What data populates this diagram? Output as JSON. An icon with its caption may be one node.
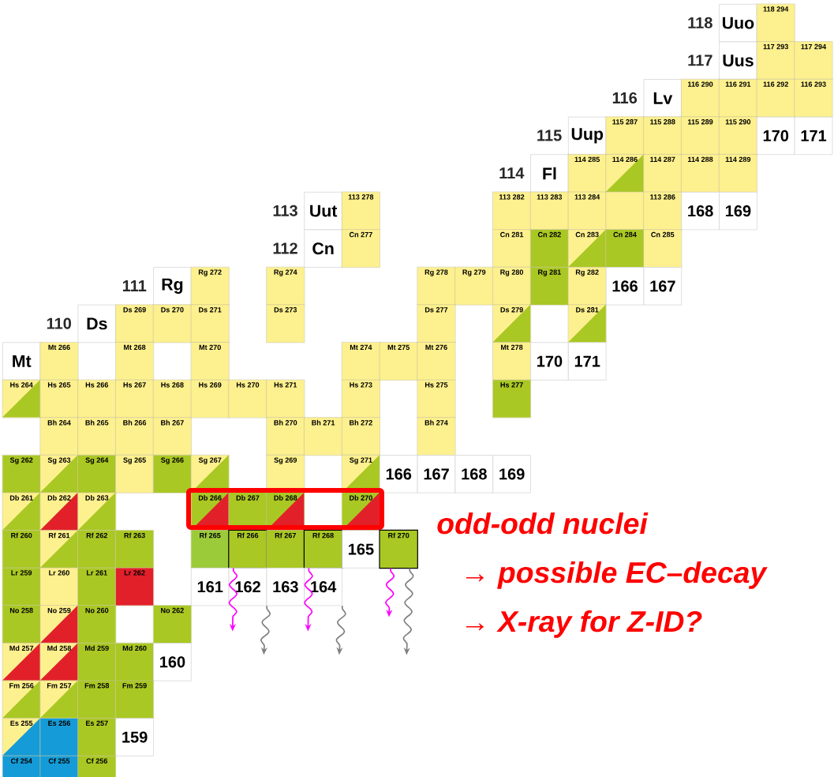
{
  "diagram": {
    "nodes": [
      {
        "text": [
          "Uuo"
        ]
      },
      {
        "text": [
          "118 294"
        ]
      },
      {
        "text": [
          "Uus"
        ]
      },
      {
        "text": [
          "117 293"
        ]
      },
      {
        "text": [
          "117 294"
        ]
      },
      {
        "text": [
          "Lv"
        ]
      },
      {
        "text": [
          "116 290"
        ]
      },
      {
        "text": [
          "116 291"
        ]
      },
      {
        "text": [
          "116 292"
        ]
      },
      {
        "text": [
          "116 293"
        ]
      },
      {
        "text": [
          "Uup"
        ]
      },
      {
        "text": [
          "115 287"
        ]
      },
      {
        "text": [
          "115 288"
        ]
      },
      {
        "text": [
          "115 289"
        ]
      },
      {
        "text": [
          "115 290"
        ]
      },
      {
        "text": [
          "170"
        ]
      },
      {
        "text": [
          "171"
        ]
      },
      {
        "text": [
          "Fl"
        ]
      },
      {
        "text": [
          "114 285"
        ]
      },
      {
        "text": [
          "114 286"
        ]
      },
      {
        "text": [
          "114 287"
        ]
      },
      {
        "text": [
          "114 288"
        ]
      },
      {
        "text": [
          "114 289"
        ]
      },
      {
        "text": [
          "Uut"
        ]
      },
      {
        "text": [
          "113 278"
        ]
      },
      {
        "text": [
          "113 282"
        ]
      },
      {
        "text": [
          "113 283"
        ]
      },
      {
        "text": [
          "113 284"
        ]
      },
      {
        "text": [],
        "shape": "box"
      },
      {
        "text": [
          "113 286"
        ]
      },
      {
        "text": [
          "168"
        ]
      },
      {
        "text": [
          "169"
        ]
      },
      {
        "text": [
          "Cn"
        ]
      },
      {
        "text": [
          "Cn 277"
        ]
      },
      {
        "text": [
          "Cn 281"
        ]
      },
      {
        "text": [
          "Cn 282"
        ]
      },
      {
        "text": [
          "Cn 283"
        ]
      },
      {
        "text": [
          "Cn 284"
        ]
      },
      {
        "text": [
          "Cn 285"
        ]
      },
      {
        "text": [
          "Rg"
        ]
      },
      {
        "text": [
          "Rg 272"
        ]
      },
      {
        "text": [
          "Rg 274"
        ]
      },
      {
        "text": [
          "Rg 278"
        ]
      },
      {
        "text": [
          "Rg 279"
        ]
      },
      {
        "text": [
          "Rg 280"
        ]
      },
      {
        "text": [
          "Rg 281"
        ]
      },
      {
        "text": [
          "Rg 282"
        ]
      },
      {
        "text": [
          "166"
        ]
      },
      {
        "text": [
          "167"
        ]
      },
      {
        "text": [
          "Ds"
        ]
      },
      {
        "text": [
          "Ds 269"
        ]
      },
      {
        "text": [
          "Ds 270"
        ]
      },
      {
        "text": [
          "Ds 271"
        ]
      },
      {
        "text": [
          "Ds 273"
        ]
      },
      {
        "text": [
          "Ds 277"
        ]
      },
      {
        "text": [
          "Ds 279"
        ]
      },
      {
        "text": [
          "Ds 281"
        ]
      },
      {
        "text": [
          "Mt"
        ]
      },
      {
        "text": [
          "Mt 266"
        ]
      },
      {
        "text": [
          "Mt 268"
        ]
      },
      {
        "text": [
          "Mt 270"
        ]
      },
      {
        "text": [
          "Mt 274"
        ]
      },
      {
        "text": [
          "Mt 275"
        ]
      },
      {
        "text": [
          "Mt 276"
        ]
      },
      {
        "text": [
          "Mt 278"
        ]
      },
      {
        "text": [
          "170"
        ]
      },
      {
        "text": [
          "171"
        ]
      },
      {
        "text": [
          "Hs 264"
        ]
      },
      {
        "text": [
          "Hs 265"
        ]
      },
      {
        "text": [
          "Hs 266"
        ]
      },
      {
        "text": [
          "Hs 267"
        ]
      },
      {
        "text": [
          "Hs 268"
        ]
      },
      {
        "text": [
          "Hs 269"
        ]
      },
      {
        "text": [
          "Hs 270"
        ]
      },
      {
        "text": [
          "Hs 271"
        ]
      },
      {
        "text": [
          "Hs 273"
        ]
      },
      {
        "text": [
          "Hs 275"
        ]
      },
      {
        "text": [
          "Hs 277"
        ]
      },
      {
        "text": [
          "Bh 264"
        ]
      },
      {
        "text": [
          "Bh 265"
        ]
      },
      {
        "text": [
          "Bh 266"
        ]
      },
      {
        "text": [
          "Bh 267"
        ]
      },
      {
        "text": [
          "Bh 270"
        ]
      },
      {
        "text": [
          "Bh 271"
        ]
      },
      {
        "text": [
          "Bh 272"
        ]
      },
      {
        "text": [
          "Bh 274"
        ]
      },
      {
        "text": [
          "Sg 262"
        ]
      },
      {
        "text": [
          "Sg 263"
        ]
      },
      {
        "text": [
          "Sg 264"
        ]
      },
      {
        "text": [
          "Sg 265"
        ]
      },
      {
        "text": [
          "Sg 266"
        ]
      },
      {
        "text": [
          "Sg 267"
        ]
      },
      {
        "text": [
          "Sg 269"
        ]
      },
      {
        "text": [
          "Sg 271"
        ]
      },
      {
        "text": [
          "166"
        ]
      },
      {
        "text": [
          "167"
        ]
      },
      {
        "text": [
          "168"
        ]
      },
      {
        "text": [
          "169"
        ]
      },
      {
        "text": [
          "Db 261"
        ]
      },
      {
        "text": [
          "Db 262"
        ]
      },
      {
        "text": [
          "Db 263"
        ]
      },
      {
        "text": [
          "Db 266"
        ]
      },
      {
        "text": [
          "Db 267"
        ]
      },
      {
        "text": [
          "Db 268"
        ]
      },
      {
        "text": [
          "Db 270"
        ]
      },
      {
        "text": [
          "Rf 260"
        ]
      },
      {
        "text": [
          "Rf 261"
        ]
      },
      {
        "text": [
          "Rf 262"
        ]
      },
      {
        "text": [
          "Rf 263"
        ]
      },
      {
        "text": [
          "Rf 265"
        ]
      },
      {
        "text": [
          "Rf 266"
        ]
      },
      {
        "text": [
          "Rf 267"
        ]
      },
      {
        "text": [
          "Rf 268"
        ]
      },
      {
        "text": [
          "165"
        ]
      },
      {
        "text": [
          "Rf 270"
        ]
      },
      {
        "text": [
          "Lr 259"
        ]
      },
      {
        "text": [
          "Lr 260"
        ]
      },
      {
        "text": [
          "Lr 261"
        ]
      },
      {
        "text": [
          "Lr 262"
        ]
      },
      {
        "text": [
          "161"
        ]
      },
      {
        "text": [
          "162"
        ]
      },
      {
        "text": [
          "163"
        ]
      },
      {
        "text": [
          "164"
        ]
      },
      {
        "text": [
          "No 258"
        ]
      },
      {
        "text": [
          "No 259"
        ]
      },
      {
        "text": [
          "No 260"
        ]
      },
      {
        "text": [
          "No 262"
        ]
      },
      {
        "text": [
          "Md 257"
        ]
      },
      {
        "text": [
          "Md 258"
        ]
      },
      {
        "text": [
          "Md 259"
        ]
      },
      {
        "text": [
          "Md 260"
        ]
      },
      {
        "text": [
          "160"
        ]
      },
      {
        "text": [
          "Fm 256"
        ]
      },
      {
        "text": [
          "Fm 257"
        ]
      },
      {
        "text": [
          "Fm 258"
        ]
      },
      {
        "text": [
          "Fm 259"
        ]
      },
      {
        "text": [
          "Es 255"
        ]
      },
      {
        "text": [
          "Es 256"
        ]
      },
      {
        "text": [
          "Es 257"
        ]
      },
      {
        "text": [
          "159"
        ]
      },
      {
        "text": [
          "Cf 254"
        ]
      },
      {
        "text": [
          "Cf 255"
        ]
      },
      {
        "text": [
          "Cf 256"
        ]
      }
    ],
    "edges": [
      {
        "from": 110,
        "to": null,
        "arrow": "to",
        "color": "#ff00ff"
      },
      {
        "from": 120,
        "to": null,
        "arrow": "to",
        "color": "#808080"
      },
      {
        "from": 112,
        "to": null,
        "arrow": "to",
        "color": "#ff00ff"
      },
      {
        "from": 122,
        "to": null,
        "arrow": "to",
        "color": "#808080"
      },
      {
        "from": 114,
        "to": null,
        "arrow": "to",
        "color": "#ff00ff"
      },
      {
        "from": 114,
        "to": null,
        "arrow": "to",
        "color": "#808080"
      }
    ],
    "labels": [
      "118",
      "117",
      "116",
      "115",
      "114",
      "113",
      "112",
      "111",
      "110",
      "odd-odd nuclei",
      "→ possible EC–decay",
      "→ X-ray for Z-ID?"
    ]
  }
}
